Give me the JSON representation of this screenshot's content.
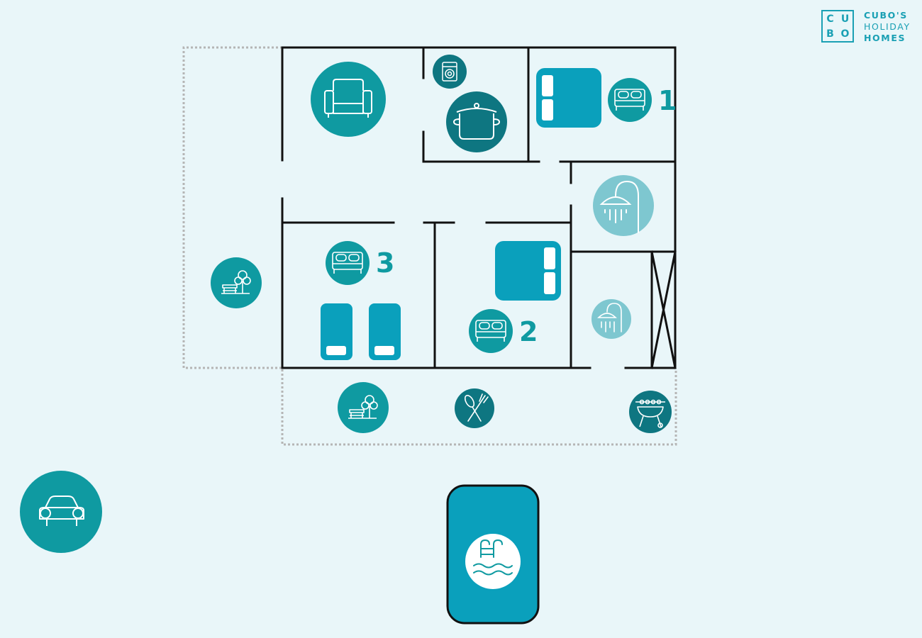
{
  "brand": {
    "box_letters": [
      "C",
      "U",
      "B",
      "O"
    ],
    "line1": "CUBO'S",
    "line2": "HOLIDAY",
    "line3": "HOMES",
    "color": "#1aa0b4"
  },
  "colors": {
    "background": "#e9f6f9",
    "wall": "#111111",
    "teal": "#0f9aa1",
    "blue": "#0aa0bc",
    "dark_teal": "#0e7681",
    "light_teal": "#7ec7d0",
    "dotted_line": "#b5b5b5"
  },
  "rooms": {
    "bedroom_1": {
      "number": "1",
      "icon": "double-bed-icon"
    },
    "bedroom_2": {
      "number": "2",
      "icon": "double-bed-icon"
    },
    "bedroom_3": {
      "number": "3",
      "icon": "double-bed-icon"
    }
  },
  "icons": [
    "sofa-icon",
    "washing-machine-icon",
    "cooking-pot-icon",
    "shower-icon",
    "garden-icon",
    "dining-cutlery-icon",
    "barbecue-grill-icon",
    "car-icon",
    "pool-ladder-icon"
  ]
}
